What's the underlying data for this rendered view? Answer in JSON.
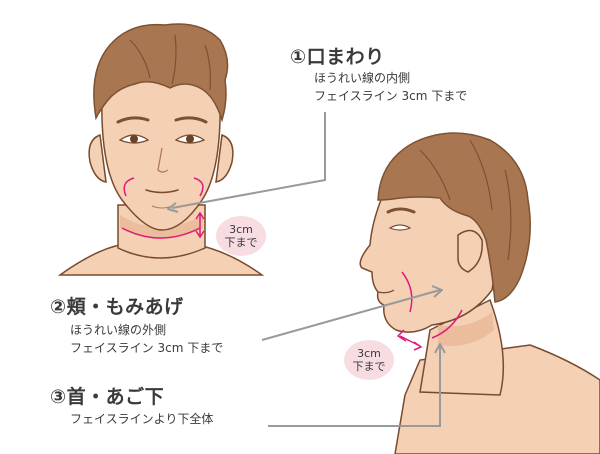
{
  "sections": [
    {
      "title": "①口まわり",
      "lines": [
        "ほうれい線の内側",
        "フェイスライン 3cm 下まで"
      ]
    },
    {
      "title": "②頬・もみあげ",
      "lines": [
        "ほうれい線の外側",
        "フェイスライン 3cm 下まで"
      ]
    },
    {
      "title": "③首・あご下",
      "lines": [
        "フェイスラインより下全体"
      ]
    }
  ],
  "badges": [
    {
      "value": "3cm",
      "text": "下まで"
    },
    {
      "value": "3cm",
      "text": "下まで"
    }
  ],
  "colors": {
    "skin": "#f4d0b4",
    "skin_shadow": "#e8b897",
    "outline": "#7a4a2e",
    "hair": "#a87650",
    "hair_dark": "#7c5233",
    "pink": "#e2197a",
    "pointer": "#9a9a9a",
    "badge": "#f7dde2"
  }
}
